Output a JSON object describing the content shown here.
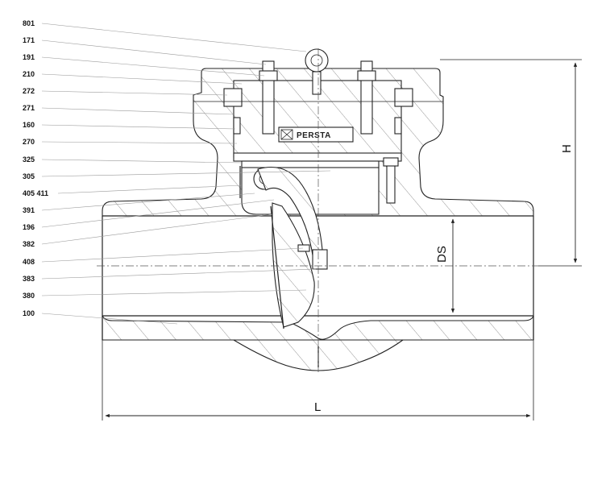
{
  "callouts": [
    {
      "label": "801"
    },
    {
      "label": "171"
    },
    {
      "label": "191"
    },
    {
      "label": "210"
    },
    {
      "label": "272"
    },
    {
      "label": "271"
    },
    {
      "label": "160"
    },
    {
      "label": "270"
    },
    {
      "label": "325"
    },
    {
      "label": "305"
    },
    {
      "label": "405  411"
    },
    {
      "label": "391"
    },
    {
      "label": "196"
    },
    {
      "label": "382"
    },
    {
      "label": "408"
    },
    {
      "label": "383"
    },
    {
      "label": "380"
    },
    {
      "label": "100"
    }
  ],
  "dimensions": {
    "height": "H",
    "seat_diameter": "DS",
    "length": "L"
  },
  "logo": "PERSTA",
  "colors": {
    "line": "#222222",
    "leader": "#9a9a9a",
    "background": "#ffffff"
  }
}
